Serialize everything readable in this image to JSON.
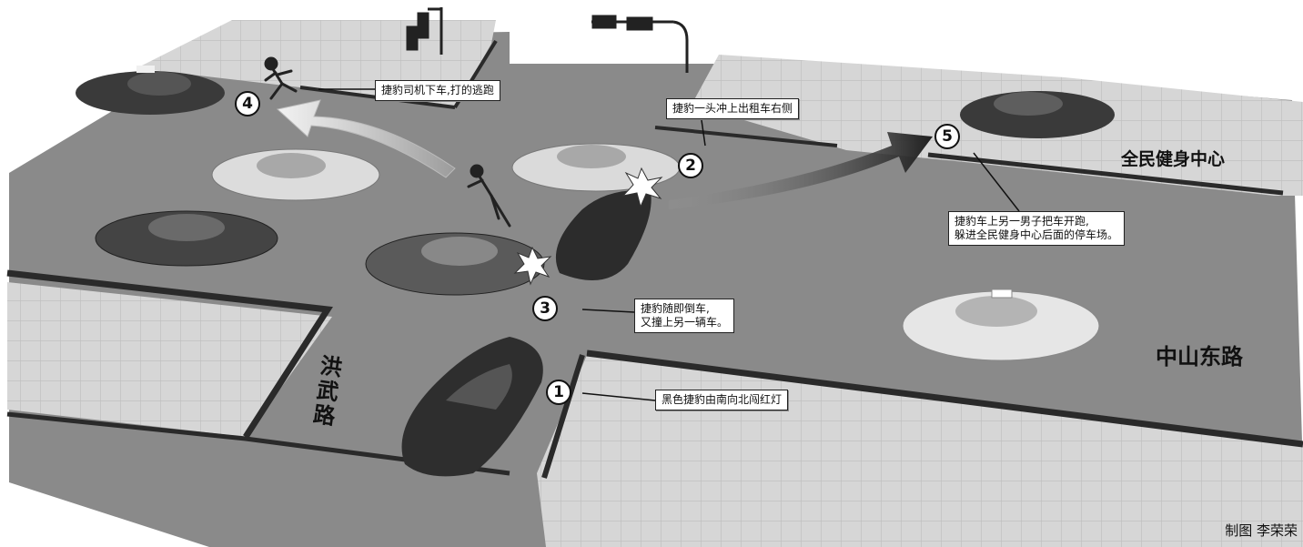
{
  "road_labels": {
    "hongwu_road": "洪武路",
    "zhongshan_east_road": "中山东路",
    "fitness_center": "全民健身中心"
  },
  "markers": [
    "1",
    "2",
    "3",
    "4",
    "5"
  ],
  "callouts": {
    "step1": "黑色捷豹由南向北闯红灯",
    "step2": "捷豹一头冲上出租车右侧",
    "step3_line1": "捷豹随即倒车,",
    "step3_line2": "又撞上另一辆车。",
    "step4": "捷豹司机下车,打的逃跑",
    "step5_line1": "捷豹车上另一男子把车开跑,",
    "step5_line2": "躲进全民健身中心后面的停车场。"
  },
  "credit": "制图 李荣荣",
  "colors": {
    "road": "#8a8a8a",
    "sidewalk": "#d4d4d4",
    "curb": "#2a2a2a",
    "dark_car": "#3a3a3a",
    "light_car": "#dcdcdc",
    "arrow_dark": "#2e2e2e",
    "arrow_light": "#e8e8e8"
  }
}
